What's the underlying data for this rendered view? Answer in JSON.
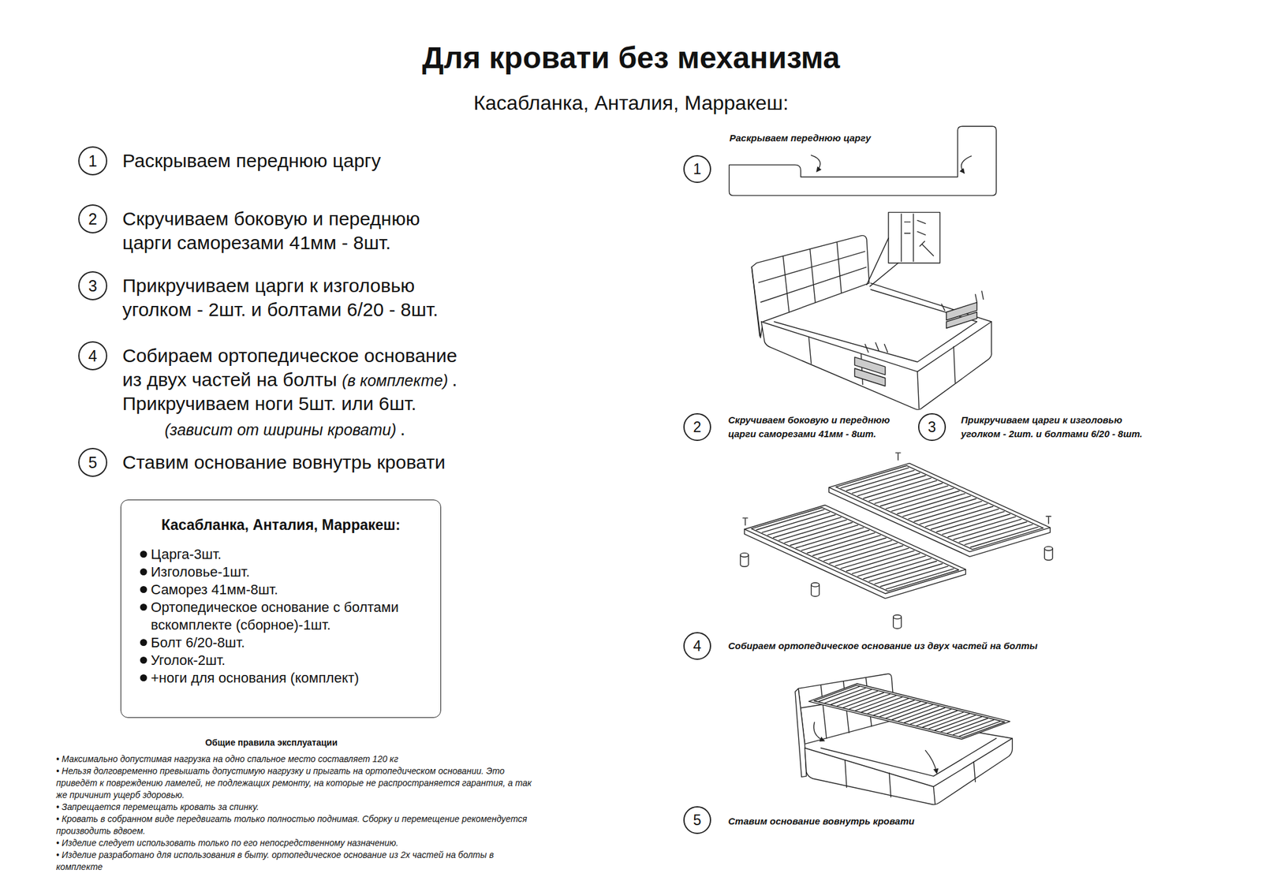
{
  "diagram": {
    "title": "Для кровати без механизма",
    "nodes": [
      {
        "text": [
          "1"
        ]
      },
      {
        "text": [
          "2"
        ]
      },
      {
        "text": [
          "3"
        ]
      },
      {
        "text": [
          "4"
        ]
      },
      {
        "text": [
          "5"
        ]
      },
      {
        "text": [
          "Касабланка, Анталия, Марракеш:",
          "Царга-3шт.",
          "Изголовье-1шт.",
          "Саморез 41мм-8шт.",
          "Ортопедическое основание с болтами вскомплекте (сборное)-1шт.",
          "Болт 6/20-8шт.",
          "Уголок-2шт.",
          "+ноги для основания (комплект)"
        ]
      },
      {
        "text": [
          "1"
        ]
      },
      {
        "text": [
          "2"
        ]
      },
      {
        "text": [
          "3"
        ]
      },
      {
        "text": [
          "4"
        ]
      },
      {
        "text": [
          "5"
        ]
      }
    ],
    "labels": [
      "Касабланка, Анталия, Марракеш:",
      "Раскрываем переднюю царгу",
      "Скручиваем боковую и переднюю царги саморезами 41мм - 8шт.",
      "Прикручиваем царги к изголовью уголком - 2шт. и болтами 6/20 - 8шт.",
      "Собираем ортопедическое основание из двух частей на болты",
      "(в комплекте)",
      ".",
      "Прикручиваем ноги 5шт. или 6шт.",
      "(зависит от ширины кровати)",
      ".",
      "Ставим основание вовнутрь кровати",
      "Общие правила эксплуатации",
      "• Максимально допустимая нагрузка на одно спальное место составляет 120 кг",
      "• Нельзя долговременно превышать допустимую нагрузку и прыгать на ортопедическом основании. Это приведёт к повреждению ламелей, не подлежащих ремонту, на которые не распространяется гарантия, а так же причинит ущерб здоровью.",
      "• Запрещается перемещать кровать за спинку.",
      "• Кровать в собранном виде передвигать только полностью поднимая. Сборку и перемещение рекомендуется производить вдвоем.",
      "• Изделие следует использовать только по его непосредственному назначению.",
      "• Изделие разработано для использования в быту. ортопедическое основание из 2х частей на болты в комплекте",
      "Раскрываем переднюю царгу",
      "Скручиваем боковую и переднюю царги саморезами 41мм - 8шт.",
      "Прикручиваем царги к изголовью уголком - 2шт. и болтами 6/20 - 8шт.",
      "Собираем ортопедическое основание из двух частей на болты",
      "Ставим основание вовнутрь кровати"
    ]
  }
}
